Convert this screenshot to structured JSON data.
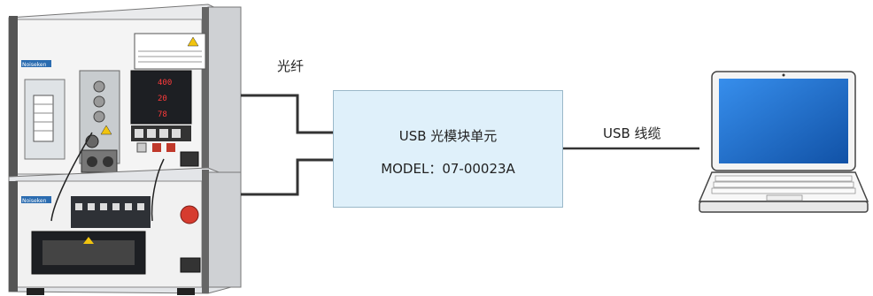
{
  "labels": {
    "fiber": "光纤",
    "usb_cable": "USB 线缆"
  },
  "unit": {
    "title": "USB 光模块单元",
    "model": "MODEL：07-00023A"
  },
  "device": {
    "brand_top": "Noiseken",
    "brand_bottom": "Noiseken",
    "display_values": [
      "400",
      "20",
      "78"
    ]
  },
  "colors": {
    "unit_fill": "#dff0fa",
    "line": "#333333",
    "laptop_screen": "#1a6fd0"
  }
}
